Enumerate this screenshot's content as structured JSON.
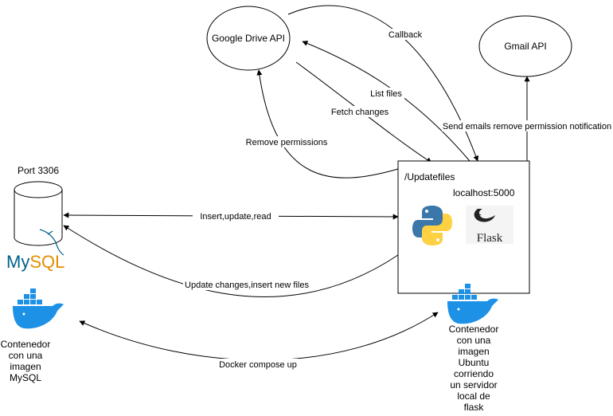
{
  "nodes": {
    "google_drive": {
      "label": "Google Drive API"
    },
    "gmail": {
      "label": "Gmail API"
    },
    "server": {
      "route": "/Updatefiles",
      "host": "localhost:5000",
      "flask_logo_text": "Flask"
    },
    "mysql": {
      "port": "Port 3306",
      "logo_text": "MySQL"
    }
  },
  "edges": {
    "callback": "Callback",
    "list_files": "List files",
    "fetch_changes": "Fetch changes",
    "remove_permissions": "Remove permissions",
    "send_emails": "Send emails remove permission notification",
    "insert_update_read": "Insert,update,read",
    "update_changes": "Update changes,insert new files",
    "docker_compose": "Docker compose up"
  },
  "captions": {
    "mysql_container": [
      "Contenedor",
      "con una",
      "imagen",
      "MySQL"
    ],
    "ubuntu_container": [
      "Contenedor",
      "con una",
      "imagen",
      "Ubuntu",
      "corriendo",
      "un servidor",
      "local de",
      "flask"
    ]
  },
  "colors": {
    "docker_blue": "#1d91e6",
    "python_blue": "#3b77a8",
    "python_yellow": "#fed142",
    "mysql_blue": "#00618a",
    "mysql_orange": "#e48e00"
  },
  "icons": [
    "docker-whale-icon",
    "python-logo-icon",
    "flask-logo-icon",
    "mysql-logo-icon",
    "database-cylinder-icon"
  ]
}
